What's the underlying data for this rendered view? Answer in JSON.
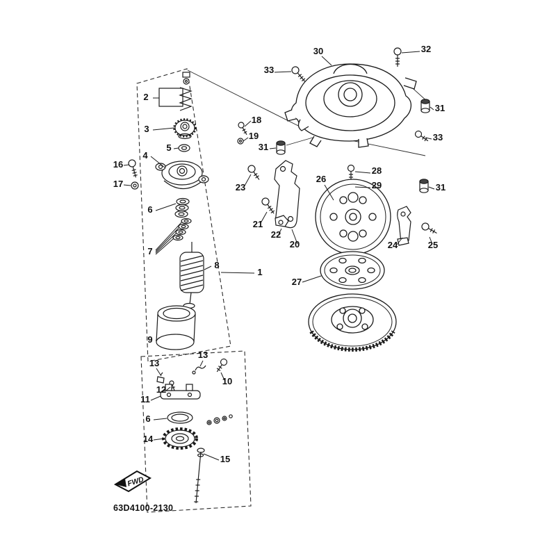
{
  "footer": {
    "code": "63D4100-2130",
    "fwd_label": "FWD"
  },
  "callouts": [
    "2",
    "3",
    "18",
    "19",
    "5",
    "4",
    "16",
    "17",
    "6",
    "7",
    "8",
    "1",
    "9",
    "13",
    "13",
    "10",
    "11",
    "12",
    "6",
    "14",
    "15",
    "30",
    "32",
    "33",
    "31",
    "33",
    "31",
    "28",
    "29",
    "23",
    "26",
    "21",
    "22",
    "20",
    "31",
    "24",
    "25",
    "27"
  ]
}
